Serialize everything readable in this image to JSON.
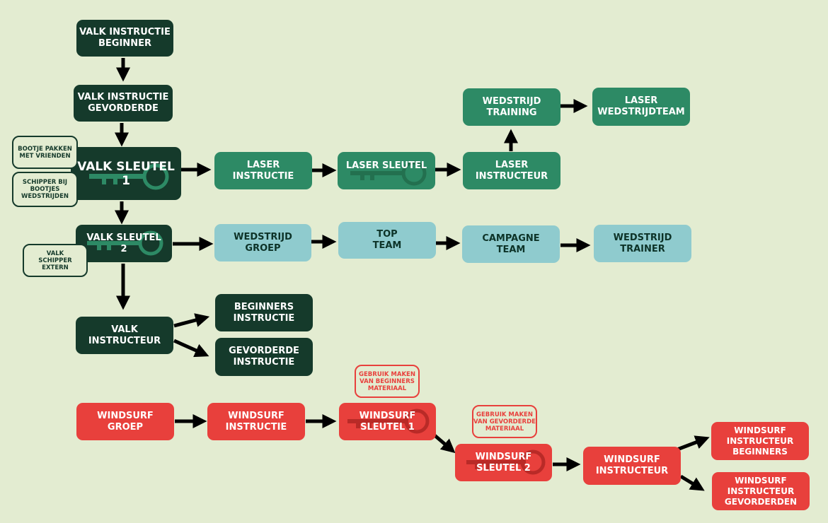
{
  "nodes": {
    "valk_beginner": "VALK INSTRUCTIE\nBEGINNER",
    "valk_gevorderde": "VALK INSTRUCTIE\nGEVORDERDE",
    "valk_sleutel1": "VALK SLEUTEL\n1",
    "valk_sleutel2": "VALK SLEUTEL\n2",
    "valk_instructeur": "VALK\nINSTRUCTEUR",
    "beginners_instructie": "BEGINNERS\nINSTRUCTIE",
    "gevorderde_instructie": "GEVORDERDE\nINSTRUCTIE",
    "laser_instructie": "LASER\nINSTRUCTIE",
    "laser_sleutel": "LASER SLEUTEL",
    "laser_instructeur": "LASER\nINSTRUCTEUR",
    "wedstrijd_training": "WEDSTRIJD\nTRAINING",
    "laser_wedstrijdteam": "LASER\nWEDSTRIJDTEAM",
    "wedstrijd_groep": "WEDSTRIJD\nGROEP",
    "top_team": "TOP\nTEAM",
    "campagne_team": "CAMPAGNE\nTEAM",
    "wedstrijd_trainer": "WEDSTRIJD\nTRAINER",
    "windsurf_groep": "WINDSURF\nGROEP",
    "windsurf_instructie": "WINDSURF\nINSTRUCTIE",
    "windsurf_sleutel1": "WINDSURF\nSLEUTEL 1",
    "windsurf_sleutel2": "WINDSURF\nSLEUTEL 2",
    "windsurf_instructeur": "WINDSURF\nINSTRUCTEUR",
    "windsurf_instr_beginners": "WINDSURF\nINSTRUCTEUR\nBEGINNERS",
    "windsurf_instr_gevorderden": "WINDSURF\nINSTRUCTEUR\nGEVORDERDEN"
  },
  "notes": {
    "bootje_pakken": "BOOTJE PAKKEN\nMET VRIENDEN",
    "schipper_bij": "SCHIPPER BIJ\nBOOTJES\nWEDSTRIJDEN",
    "valk_schipper": "VALK\nSCHIPPER\nEXTERN",
    "gebruik_beginners": "GEBRUIK MAKEN\nVAN BEGINNERS\nMATERIAAL",
    "gebruik_gevorderde": "GEBRUIK MAKEN\nVAN GEVORDERDE\nMATERIAAL"
  },
  "colors": {
    "background": "#e3ecd1",
    "dark_green": "#153a2b",
    "green": "#2d8a65",
    "light_blue": "#8fcbce",
    "red": "#e8403c",
    "arrow": "#000000"
  },
  "icons": [
    "key-icon"
  ]
}
